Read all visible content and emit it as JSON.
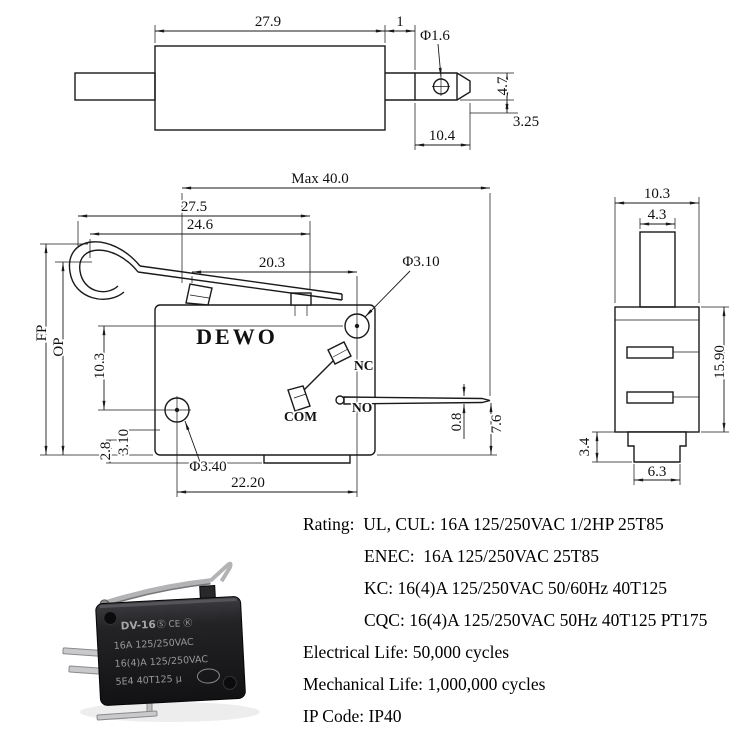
{
  "title": "Micro switch technical drawing sheet",
  "colors": {
    "ink": "#1a1a1a",
    "background": "#ffffff",
    "photo_body": "#1c1c1f"
  },
  "top_view": {
    "lever_length": "27.9",
    "step": "1",
    "hole_dia": "Φ1.6",
    "tip_width": "4.7",
    "chamfer": "3.25",
    "tip_length": "10.4"
  },
  "front_view": {
    "brand": "DEWO",
    "max_length": "Max 40.0",
    "lever_len_1": "27.5",
    "lever_len_2": "24.6",
    "plunger_pos": "20.3",
    "top_hole_dia": "Φ3.10",
    "free_position": "FP",
    "operating_position": "OP",
    "hole_spacing_v": "10.3",
    "term_dim_1": "2.8",
    "term_dim_2": "3.10",
    "bottom_hole_dia": "Φ3.40",
    "hole_spacing_h": "22.20",
    "pin_thickness": "0.8",
    "pin_offset": "7.6",
    "terminal_nc": "NC",
    "terminal_no": "NO",
    "terminal_com": "COM"
  },
  "side_view": {
    "body_width": "10.3",
    "plunger_width": "4.3",
    "body_height": "15.90",
    "foot_height": "3.4",
    "foot_width": "6.3"
  },
  "photo": {
    "model": "DV-16",
    "marks": "Ⓢ CE Ⓚ",
    "rating_line_1": "16A 125/250VAC",
    "rating_line_2": "16(4)A 125/250VAC",
    "rating_line_3": "5E4  40T125 µ"
  },
  "specs": {
    "line_1": "Rating:  UL, CUL: 16A 125/250VAC 1/2HP 25T85",
    "line_2": "ENEC:  16A 125/250VAC 25T85",
    "line_3": "KC: 16(4)A 125/250VAC 50/60Hz 40T125",
    "line_4": "CQC: 16(4)A 125/250VAC 50Hz 40T125 PT175",
    "line_5": "Electrical Life: 50,000 cycles",
    "line_6": "Mechanical Life: 1,000,000 cycles",
    "line_7": "IP Code: IP40"
  }
}
